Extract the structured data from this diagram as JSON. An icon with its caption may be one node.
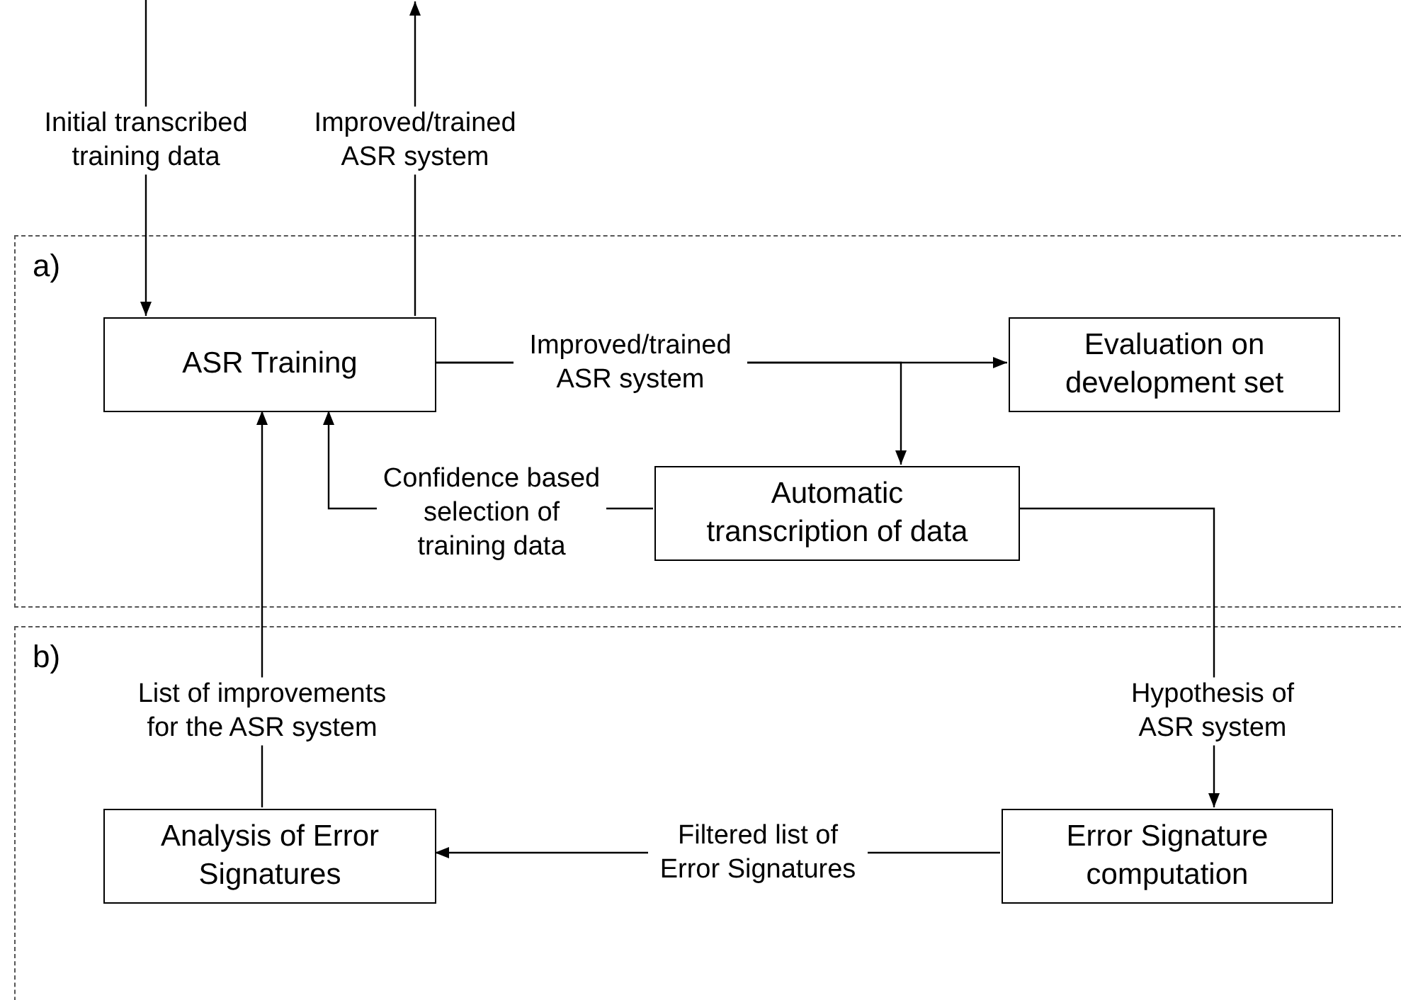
{
  "diagram": {
    "nodes": [
      {
        "text": [
          "a)"
        ]
      },
      {
        "text": [
          "ASR Training"
        ],
        "in": 0
      },
      {
        "text": [
          "Evaluation on development set"
        ],
        "in": 0
      },
      {
        "text": [
          "Automatic transcription of data"
        ],
        "in": 0
      },
      {
        "text": [
          "b)"
        ]
      },
      {
        "text": [
          "Analysis of Error Signatures"
        ],
        "in": 4
      },
      {
        "text": [
          "Error Signature computation"
        ],
        "in": 4
      }
    ],
    "edges": [
      {
        "from": null,
        "to": 1,
        "arrow": "to",
        "label": "Initial transcribed training data"
      },
      {
        "from": 1,
        "to": null,
        "arrow": "to",
        "label": "Improved/trained ASR system"
      },
      {
        "from": 1,
        "to": 2,
        "arrow": "to",
        "label": "Improved/trained ASR system"
      },
      {
        "from": 1,
        "to": 3,
        "arrow": "to"
      },
      {
        "from": 3,
        "to": 1,
        "arrow": "to",
        "label": "Confidence based selection of training data"
      },
      {
        "from": 3,
        "to": 6,
        "arrow": "to",
        "label": "Hypothesis of ASR system"
      },
      {
        "from": 6,
        "to": 5,
        "arrow": "to",
        "label": "Filtered list of Error Signatures"
      },
      {
        "from": 5,
        "to": 1,
        "arrow": "to",
        "label": "List of improvements for the ASR system"
      }
    ]
  }
}
